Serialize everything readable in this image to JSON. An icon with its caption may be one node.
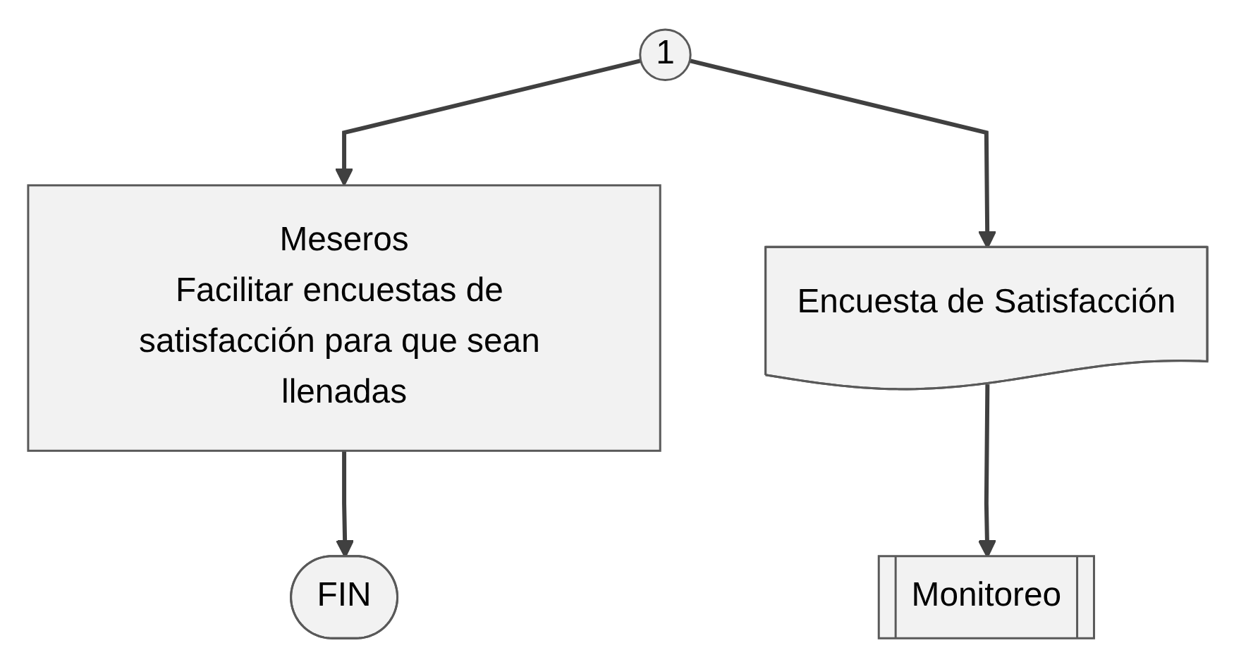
{
  "diagram": {
    "nodes": [
      {
        "text": [
          "1"
        ]
      },
      {
        "text": [
          "Meseros",
          "Facilitar encuestas de satisfacción para que sean llenadas"
        ]
      },
      {
        "text": [
          "Encuesta de Satisfacción"
        ]
      },
      {
        "text": [
          "Monitoreo"
        ]
      },
      {
        "text": [
          "FIN"
        ]
      }
    ],
    "edges": [
      {
        "from": 0,
        "to": 1,
        "arrow": "to"
      },
      {
        "from": 0,
        "to": 2,
        "arrow": "to"
      },
      {
        "from": 2,
        "to": 3,
        "arrow": "to"
      },
      {
        "from": 1,
        "to": 4,
        "arrow": "to"
      }
    ]
  }
}
